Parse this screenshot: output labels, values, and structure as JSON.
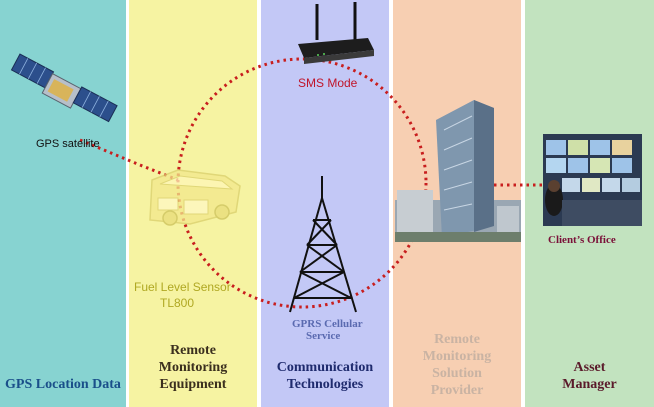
{
  "columns": [
    {
      "title": "GPS Location Data",
      "color": "#87d3d1",
      "text_color": "#1a4f8a"
    },
    {
      "title": "Remote Monitoring Equipment",
      "color": "#f6f3a2",
      "text_color": "#3b2f1e"
    },
    {
      "title": "Communication Technologies",
      "color": "#c3c8f6",
      "text_color": "#1f2b6e"
    },
    {
      "title": "Remote Monitoring Solution Provider",
      "color": "#f7cfb2",
      "text_color": "#c9b3a3"
    },
    {
      "title": "Asset Manager",
      "color": "#c2e3bf",
      "text_color": "#5a1a2a"
    }
  ],
  "labels": {
    "gps_satellite": "GPS satellite",
    "sms_mode": "SMS Mode",
    "fuel_sensor_line1": "Fuel Level Sensor",
    "fuel_sensor_line2": "TL800",
    "gprs_line1": "GPRS Cellular",
    "gprs_line2": "Service",
    "clients_office": "Client’s Office"
  },
  "colors": {
    "dotted_line": "#c81e1e",
    "sms_text": "#c0152a",
    "fuel_text": "#b0a823",
    "gprs_text": "#5a6ab0",
    "office_text": "#7a1038"
  },
  "icons": [
    "satellite-icon",
    "router-icon",
    "truck-icon",
    "cell-tower-icon",
    "office-building-icon",
    "control-room-icon"
  ]
}
